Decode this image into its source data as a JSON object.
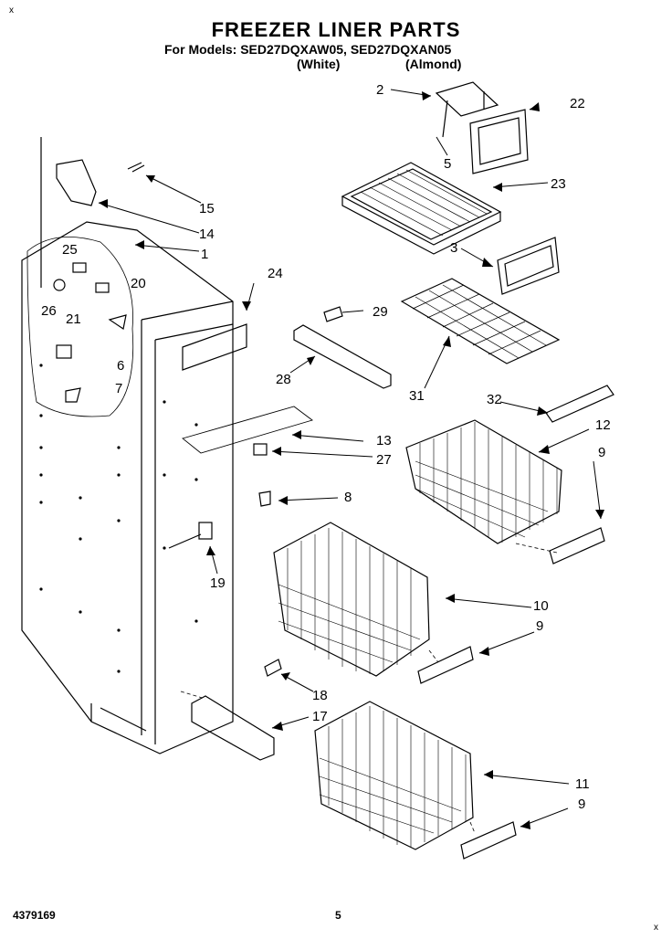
{
  "header": {
    "title": "FREEZER LINER PARTS",
    "models_line": "For Models: SED27DQXAW05, SED27DQXAN05",
    "variant_white": "(White)",
    "variant_almond": "(Almond)"
  },
  "footer": {
    "doc_number": "4379169",
    "page_number": "5"
  },
  "corner_marks": {
    "top_left": "x",
    "bottom_right": "x"
  },
  "callouts": [
    "2",
    "22",
    "5",
    "23",
    "3",
    "29",
    "28",
    "31",
    "32",
    "12",
    "9",
    "15",
    "14",
    "1",
    "25",
    "20",
    "26",
    "21",
    "6",
    "7",
    "24",
    "13",
    "27",
    "8",
    "19",
    "10",
    "9",
    "18",
    "17",
    "11",
    "9"
  ]
}
